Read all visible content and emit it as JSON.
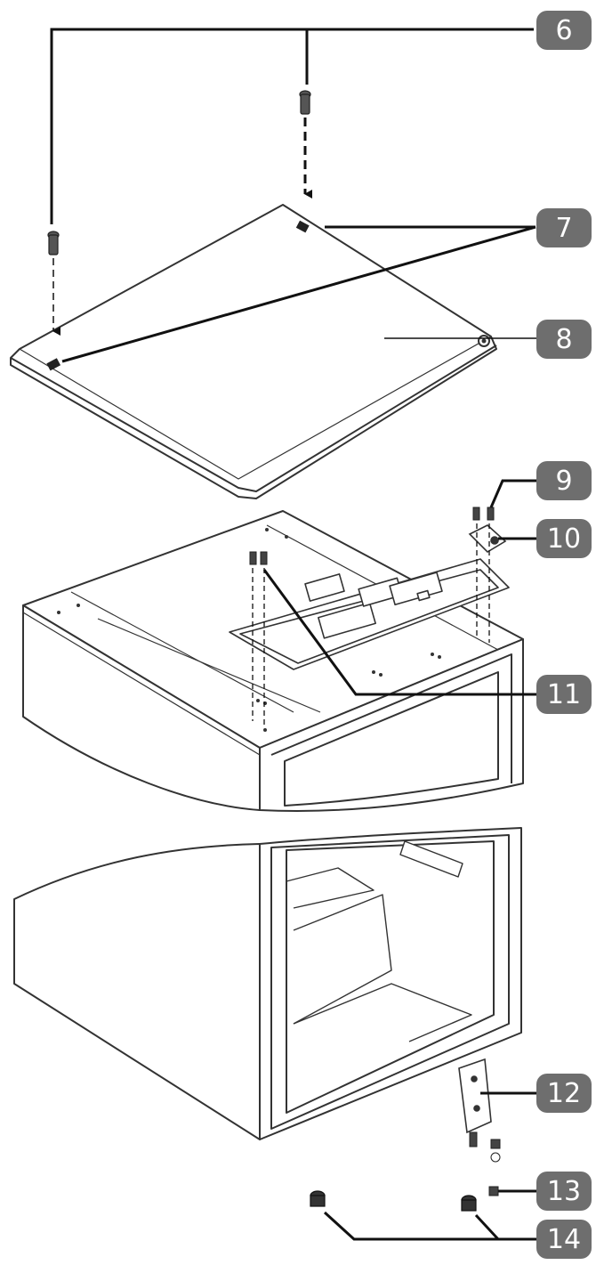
{
  "callouts": [
    {
      "id": "c6",
      "number": "6"
    },
    {
      "id": "c7",
      "number": "7"
    },
    {
      "id": "c8",
      "number": "8"
    },
    {
      "id": "c9",
      "number": "9"
    },
    {
      "id": "c10",
      "number": "10"
    },
    {
      "id": "c11",
      "number": "11"
    },
    {
      "id": "c12",
      "number": "12"
    },
    {
      "id": "c13",
      "number": "13"
    },
    {
      "id": "c14",
      "number": "14"
    }
  ],
  "colors": {
    "badge": "#6e6e6e",
    "badge_text": "#ffffff",
    "line": "#1a1a1a",
    "part_stroke": "#333333",
    "part_fill": "#ffffff"
  }
}
